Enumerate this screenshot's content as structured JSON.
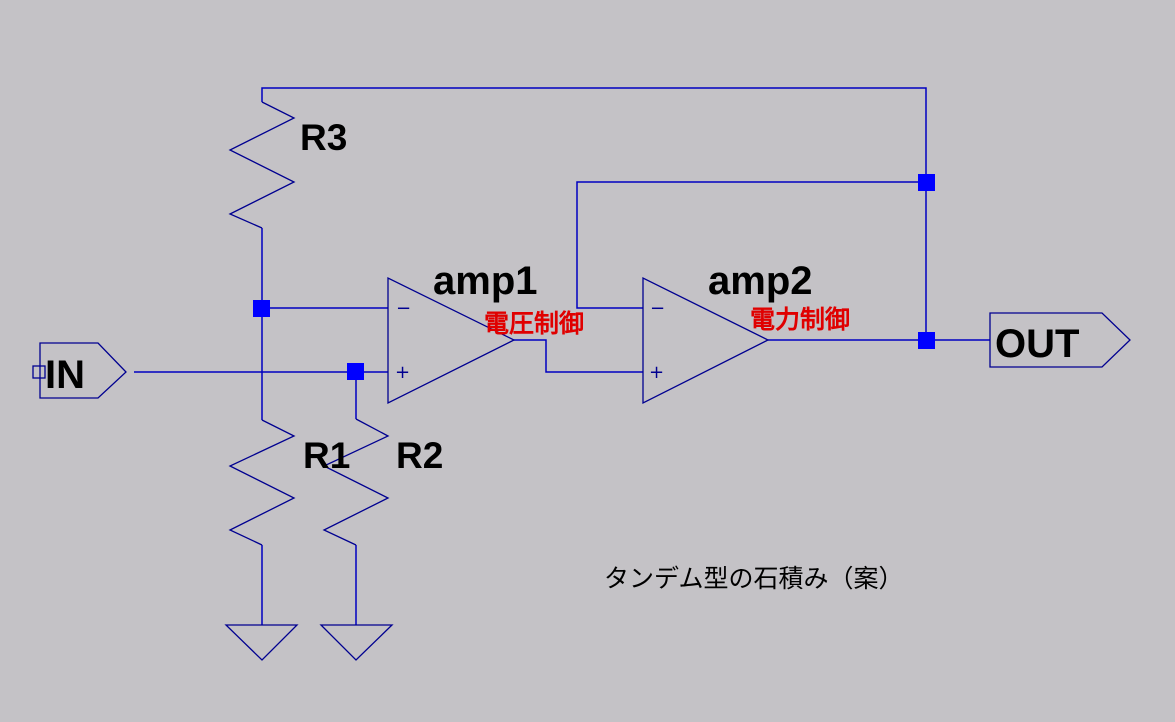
{
  "schematic": {
    "title_note": "タンデム型の石積み（案）",
    "ports": {
      "input": "IN",
      "output": "OUT"
    },
    "amplifiers": [
      {
        "name": "amp1",
        "role": "電圧制御"
      },
      {
        "name": "amp2",
        "role": "電力制御"
      }
    ],
    "resistors": [
      "R1",
      "R2",
      "R3"
    ],
    "pin_symbols": {
      "inverting": "−",
      "non_inverting": "+"
    },
    "colors": {
      "background": "#c4c2c6",
      "wire": "#0000c0",
      "junction": "#0000ff",
      "role_label": "#e00000",
      "text": "#000000"
    }
  }
}
